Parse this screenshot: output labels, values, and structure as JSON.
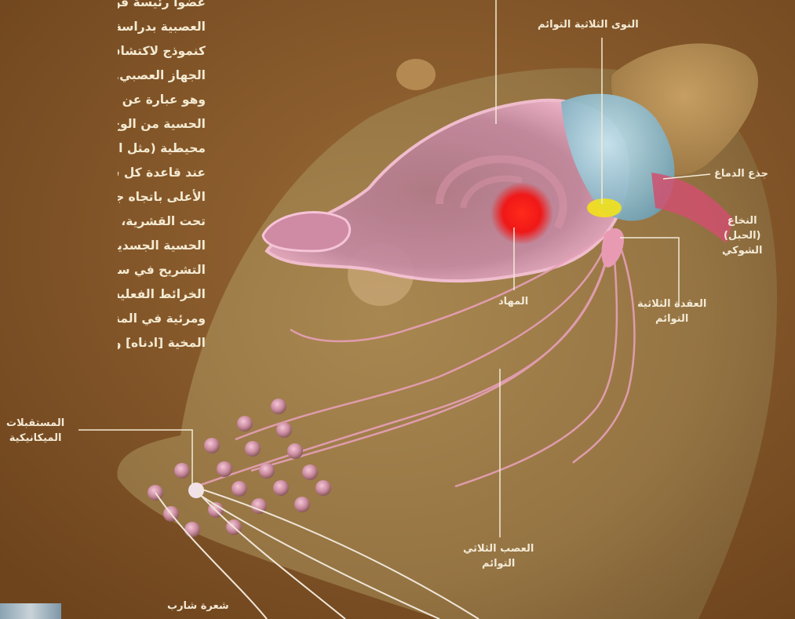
{
  "body_text": {
    "lines": [
      "عضوا رئيسة قوية",
      "العصبية بدراسة ا",
      "كنموذج لاكتشاف",
      "الجهاز العصبي. و",
      "وهو عبارة عن شا",
      "الحسية من الوج",
      "محيطية (مثل المس",
      "عند قاعدة كل شا",
      "الأعلى باتجاه جذ",
      "تحت القشرية، وا",
      "الحسية الجسدية",
      "التشريح في سب",
      "الخرائط الفعلية لا",
      "ومرئية في المناطق",
      "المخية [ادناه] ونحا"
    ]
  },
  "labels": {
    "trigeminal_nuclei": "النوى الثلاثية التوائم",
    "brainstem": "جذع الدماغ",
    "spinal_cord": [
      "النخاع",
      "(الحبل)",
      "الشوكي"
    ],
    "trigeminal_ganglion": [
      "العقدة الثلاثية",
      "التوائم"
    ],
    "thalamus": "المهاد",
    "trigeminal_nerve": [
      "العصب الثلاثي",
      "التوائم"
    ],
    "mechanoreceptors": [
      "المستقبلات",
      "الميكانيكية"
    ],
    "whisker": "شعرة شارب"
  },
  "colors": {
    "background": "#8a5a2c",
    "head": "#9c7b45",
    "brain": "#e39ab8",
    "nerve": "#e7a0b8",
    "thalamus_spot": "#ff1a1a",
    "brainstem": "#9dc4d4",
    "label_text": "#f3ead6"
  }
}
